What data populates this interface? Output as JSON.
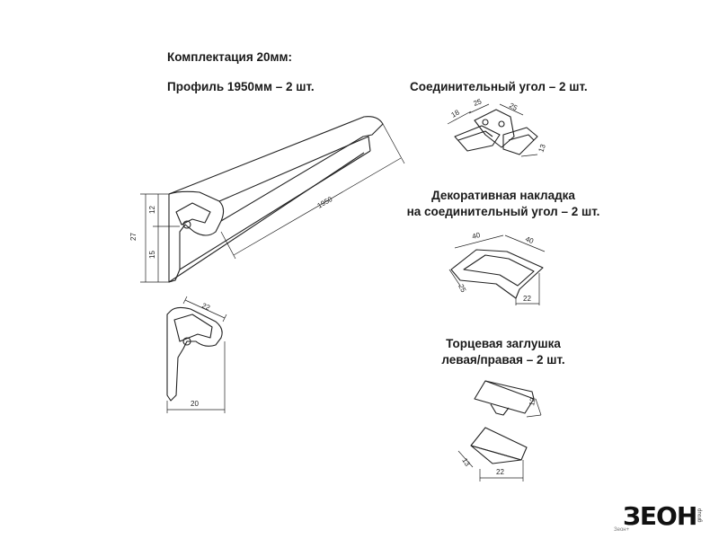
{
  "heading": "Комплектация 20мм:",
  "profile": {
    "title": "Профиль 1950мм – 2 шт.",
    "dims": {
      "length": "1950",
      "height": "27",
      "upper": "12",
      "lower": "15",
      "top_width": "22",
      "bottom_width": "20"
    }
  },
  "corner": {
    "title": "Соединительный угол – 2 шт.",
    "dims": {
      "a": "18",
      "b": "25",
      "c": "25",
      "d": "13"
    }
  },
  "cover": {
    "title_line1": "Декоративная накладка",
    "title_line2": "на соединительный угол – 2 шт.",
    "dims": {
      "a": "40",
      "b": "40",
      "c": "25",
      "d": "22"
    }
  },
  "endcap": {
    "title_line1": "Торцевая заглушка",
    "title_line2": "левая/правая – 2 шт.",
    "dims": {
      "a": "12",
      "b": "13",
      "c": "22"
    }
  },
  "brand": {
    "logo": "ЗЕОН",
    "side": "group",
    "sub": "Зеон+"
  }
}
